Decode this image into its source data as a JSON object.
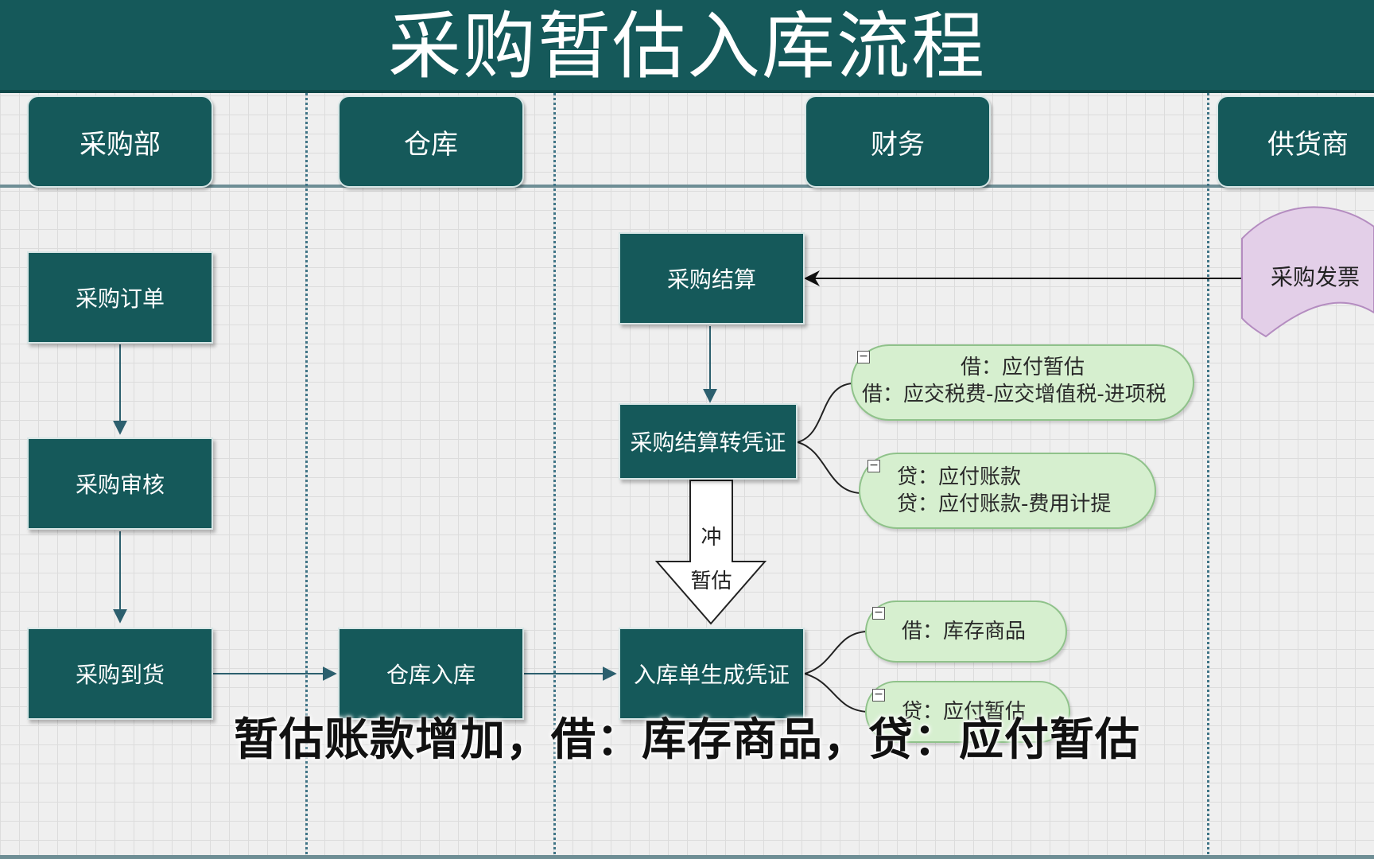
{
  "title": "采购暂估入库流程",
  "lanes": {
    "purchase": "采购部",
    "warehouse": "仓库",
    "finance": "财务",
    "supplier": "供货商"
  },
  "nodes": {
    "purchase_order": "采购订单",
    "purchase_review": "采购审核",
    "purchase_arrival": "采购到货",
    "warehouse_inbound": "仓库入库",
    "inbound_voucher": "入库单生成凭证",
    "purchase_settlement": "采购结算",
    "settlement_voucher": "采购结算转凭证",
    "purchase_invoice": "采购发票"
  },
  "reversal_arrow": {
    "line1": "冲",
    "line2": "暂估"
  },
  "notes": {
    "settle_debit_1": "借：应付暂估",
    "settle_debit_2": "借：应交税费-应交增值税-进项税",
    "settle_credit_1": "贷：应付账款",
    "settle_credit_2": "贷：应付账款-费用计提",
    "inbound_debit": "借：库存商品",
    "inbound_credit": "贷：应付暂估"
  },
  "collapse_symbol": "−",
  "subtitle": "暂估账款增加，借：库存商品，贷：应付暂估",
  "colors": {
    "primary": "#15595a",
    "note_fill": "#d6efcf",
    "note_border": "#8fc28a",
    "invoice_fill": "#e3cfe8",
    "invoice_border": "#b48cc0",
    "lane_divider": "#3f7486",
    "connector": "#2c5f6e"
  }
}
